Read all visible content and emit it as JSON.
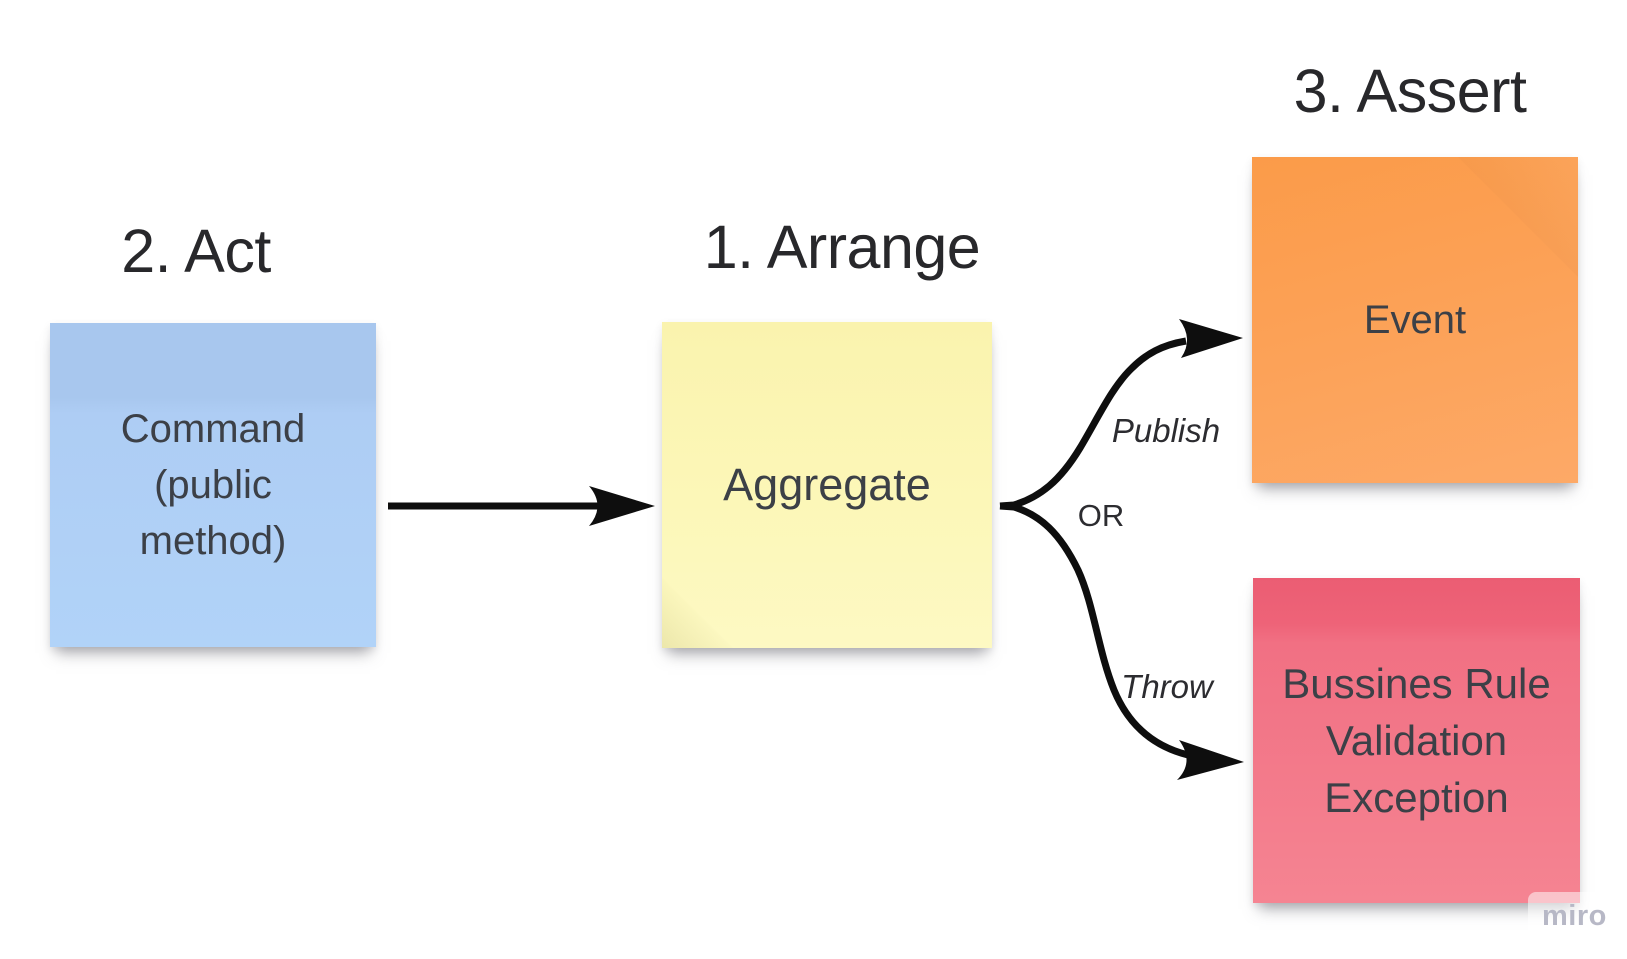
{
  "board": {
    "background_color": "#ffffff",
    "headings": {
      "arrange": "1. Arrange",
      "act": "2. Act",
      "assert": "3. Assert"
    },
    "notes": {
      "command": {
        "lines": [
          "Command",
          "(public",
          "method)"
        ],
        "color": "#aecdf4"
      },
      "aggregate": {
        "text": "Aggregate",
        "color": "#fcf7b8"
      },
      "event": {
        "text": "Event",
        "color": "#fca156"
      },
      "exception": {
        "lines": [
          "Bussines Rule",
          "Validation",
          "Exception"
        ],
        "color": "#f0677c"
      }
    },
    "connector_labels": {
      "publish": "Publish",
      "or": "OR",
      "throw": "Throw"
    },
    "arrow_color": "#0e0e0e",
    "note_text_color": "#3c4047",
    "heading_color": "#28282b"
  },
  "watermark": {
    "label": "miro",
    "color": "#b7b8c6"
  }
}
